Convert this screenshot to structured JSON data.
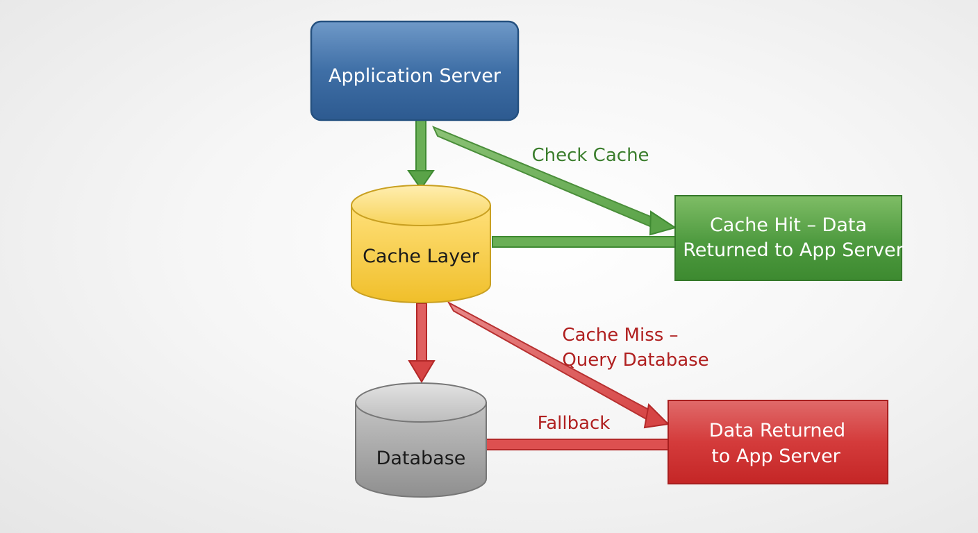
{
  "nodes": {
    "app_server": {
      "label": "Application Server"
    },
    "cache_layer": {
      "label": "Cache Layer"
    },
    "cache_hit": {
      "label_line1": "Cache Hit – Data",
      "label_line2": "Returned to App Server"
    },
    "database": {
      "label": "Database"
    },
    "data_returned": {
      "label_line1": "Data Returned",
      "label_line2": "to App Server"
    }
  },
  "edges": {
    "check_cache": {
      "label": "Check Cache"
    },
    "cache_miss": {
      "label_line1": "Cache Miss –",
      "label_line2": "Query Database"
    },
    "fallback": {
      "label": "Fallback"
    }
  },
  "colors": {
    "blue": "#3b6ea6",
    "green": "#4d9a3e",
    "yellow": "#f3c93a",
    "red": "#d23a3a",
    "gray": "#9a9a9a",
    "green_text": "#3a7d2c",
    "red_text": "#b02020"
  }
}
